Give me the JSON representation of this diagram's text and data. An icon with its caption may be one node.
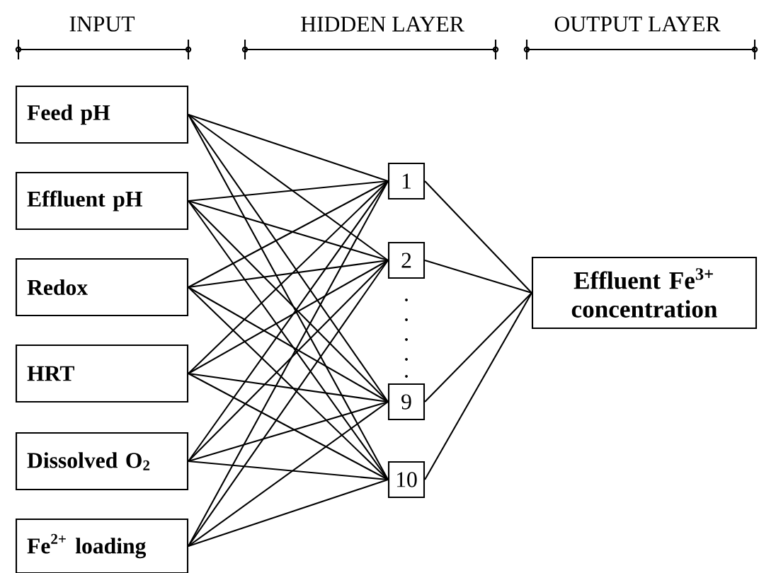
{
  "diagram": {
    "nodes": [
      {
        "text": [
          "Feed pH"
        ]
      },
      {
        "text": [
          "Effluent pH"
        ]
      },
      {
        "text": [
          "Redox"
        ]
      },
      {
        "text": [
          "HRT"
        ]
      },
      {
        "text": [
          "Dissolved O$_{2}$"
        ]
      },
      {
        "text": [
          "Fe$^{2+}$ loading"
        ]
      },
      {
        "text": [
          "1"
        ]
      },
      {
        "text": [
          "2"
        ]
      },
      {
        "text": [
          "9"
        ]
      },
      {
        "text": [
          "10"
        ]
      },
      {
        "text": [
          "Effluent Fe$^{3+}$ concentration"
        ]
      }
    ],
    "edges": [
      {
        "from": 0,
        "to": 6,
        "arrow": "none"
      },
      {
        "from": 0,
        "to": 7,
        "arrow": "none"
      },
      {
        "from": 0,
        "to": 8,
        "arrow": "none"
      },
      {
        "from": 0,
        "to": 9,
        "arrow": "none"
      },
      {
        "from": 1,
        "to": 6,
        "arrow": "none"
      },
      {
        "from": 1,
        "to": 7,
        "arrow": "none"
      },
      {
        "from": 1,
        "to": 8,
        "arrow": "none"
      },
      {
        "from": 1,
        "to": 9,
        "arrow": "none"
      },
      {
        "from": 2,
        "to": 6,
        "arrow": "none"
      },
      {
        "from": 2,
        "to": 7,
        "arrow": "none"
      },
      {
        "from": 2,
        "to": 8,
        "arrow": "none"
      },
      {
        "from": 2,
        "to": 9,
        "arrow": "none"
      },
      {
        "from": 3,
        "to": 6,
        "arrow": "none"
      },
      {
        "from": 3,
        "to": 7,
        "arrow": "none"
      },
      {
        "from": 3,
        "to": 8,
        "arrow": "none"
      },
      {
        "from": 3,
        "to": 9,
        "arrow": "none"
      },
      {
        "from": 4,
        "to": 6,
        "arrow": "none"
      },
      {
        "from": 4,
        "to": 7,
        "arrow": "none"
      },
      {
        "from": 4,
        "to": 8,
        "arrow": "none"
      },
      {
        "from": 4,
        "to": 9,
        "arrow": "none"
      },
      {
        "from": 5,
        "to": 6,
        "arrow": "none"
      },
      {
        "from": 5,
        "to": 7,
        "arrow": "none"
      },
      {
        "from": 5,
        "to": 8,
        "arrow": "none"
      },
      {
        "from": 5,
        "to": 9,
        "arrow": "none"
      },
      {
        "from": 6,
        "to": 10,
        "arrow": "none"
      },
      {
        "from": 7,
        "to": 10,
        "arrow": "none"
      },
      {
        "from": 8,
        "to": 10,
        "arrow": "none"
      },
      {
        "from": 9,
        "to": 10,
        "arrow": "none"
      }
    ],
    "labels": [
      "INPUT",
      "HIDDEN LAYER",
      "OUTPUT LAYER"
    ]
  }
}
